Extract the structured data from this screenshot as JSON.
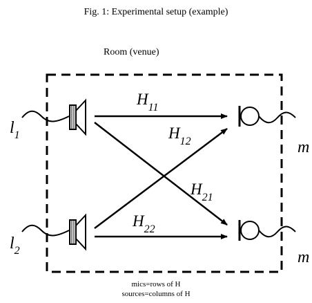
{
  "figure": {
    "title": "Fig. 1: Experimental setup (example)",
    "room_label": "Room (venue)",
    "paths": [
      {
        "symbol": "H",
        "subscript": "11"
      },
      {
        "symbol": "H",
        "subscript": "12"
      },
      {
        "symbol": "H",
        "subscript": "21"
      },
      {
        "symbol": "H",
        "subscript": "22"
      }
    ],
    "sources": [
      {
        "symbol": "l",
        "subscript": "1"
      },
      {
        "symbol": "l",
        "subscript": "2"
      }
    ],
    "mics": [
      {
        "symbol": "m"
      },
      {
        "symbol": "m"
      }
    ],
    "captions": [
      "mics=rows of H",
      "sources=columns of H"
    ]
  }
}
